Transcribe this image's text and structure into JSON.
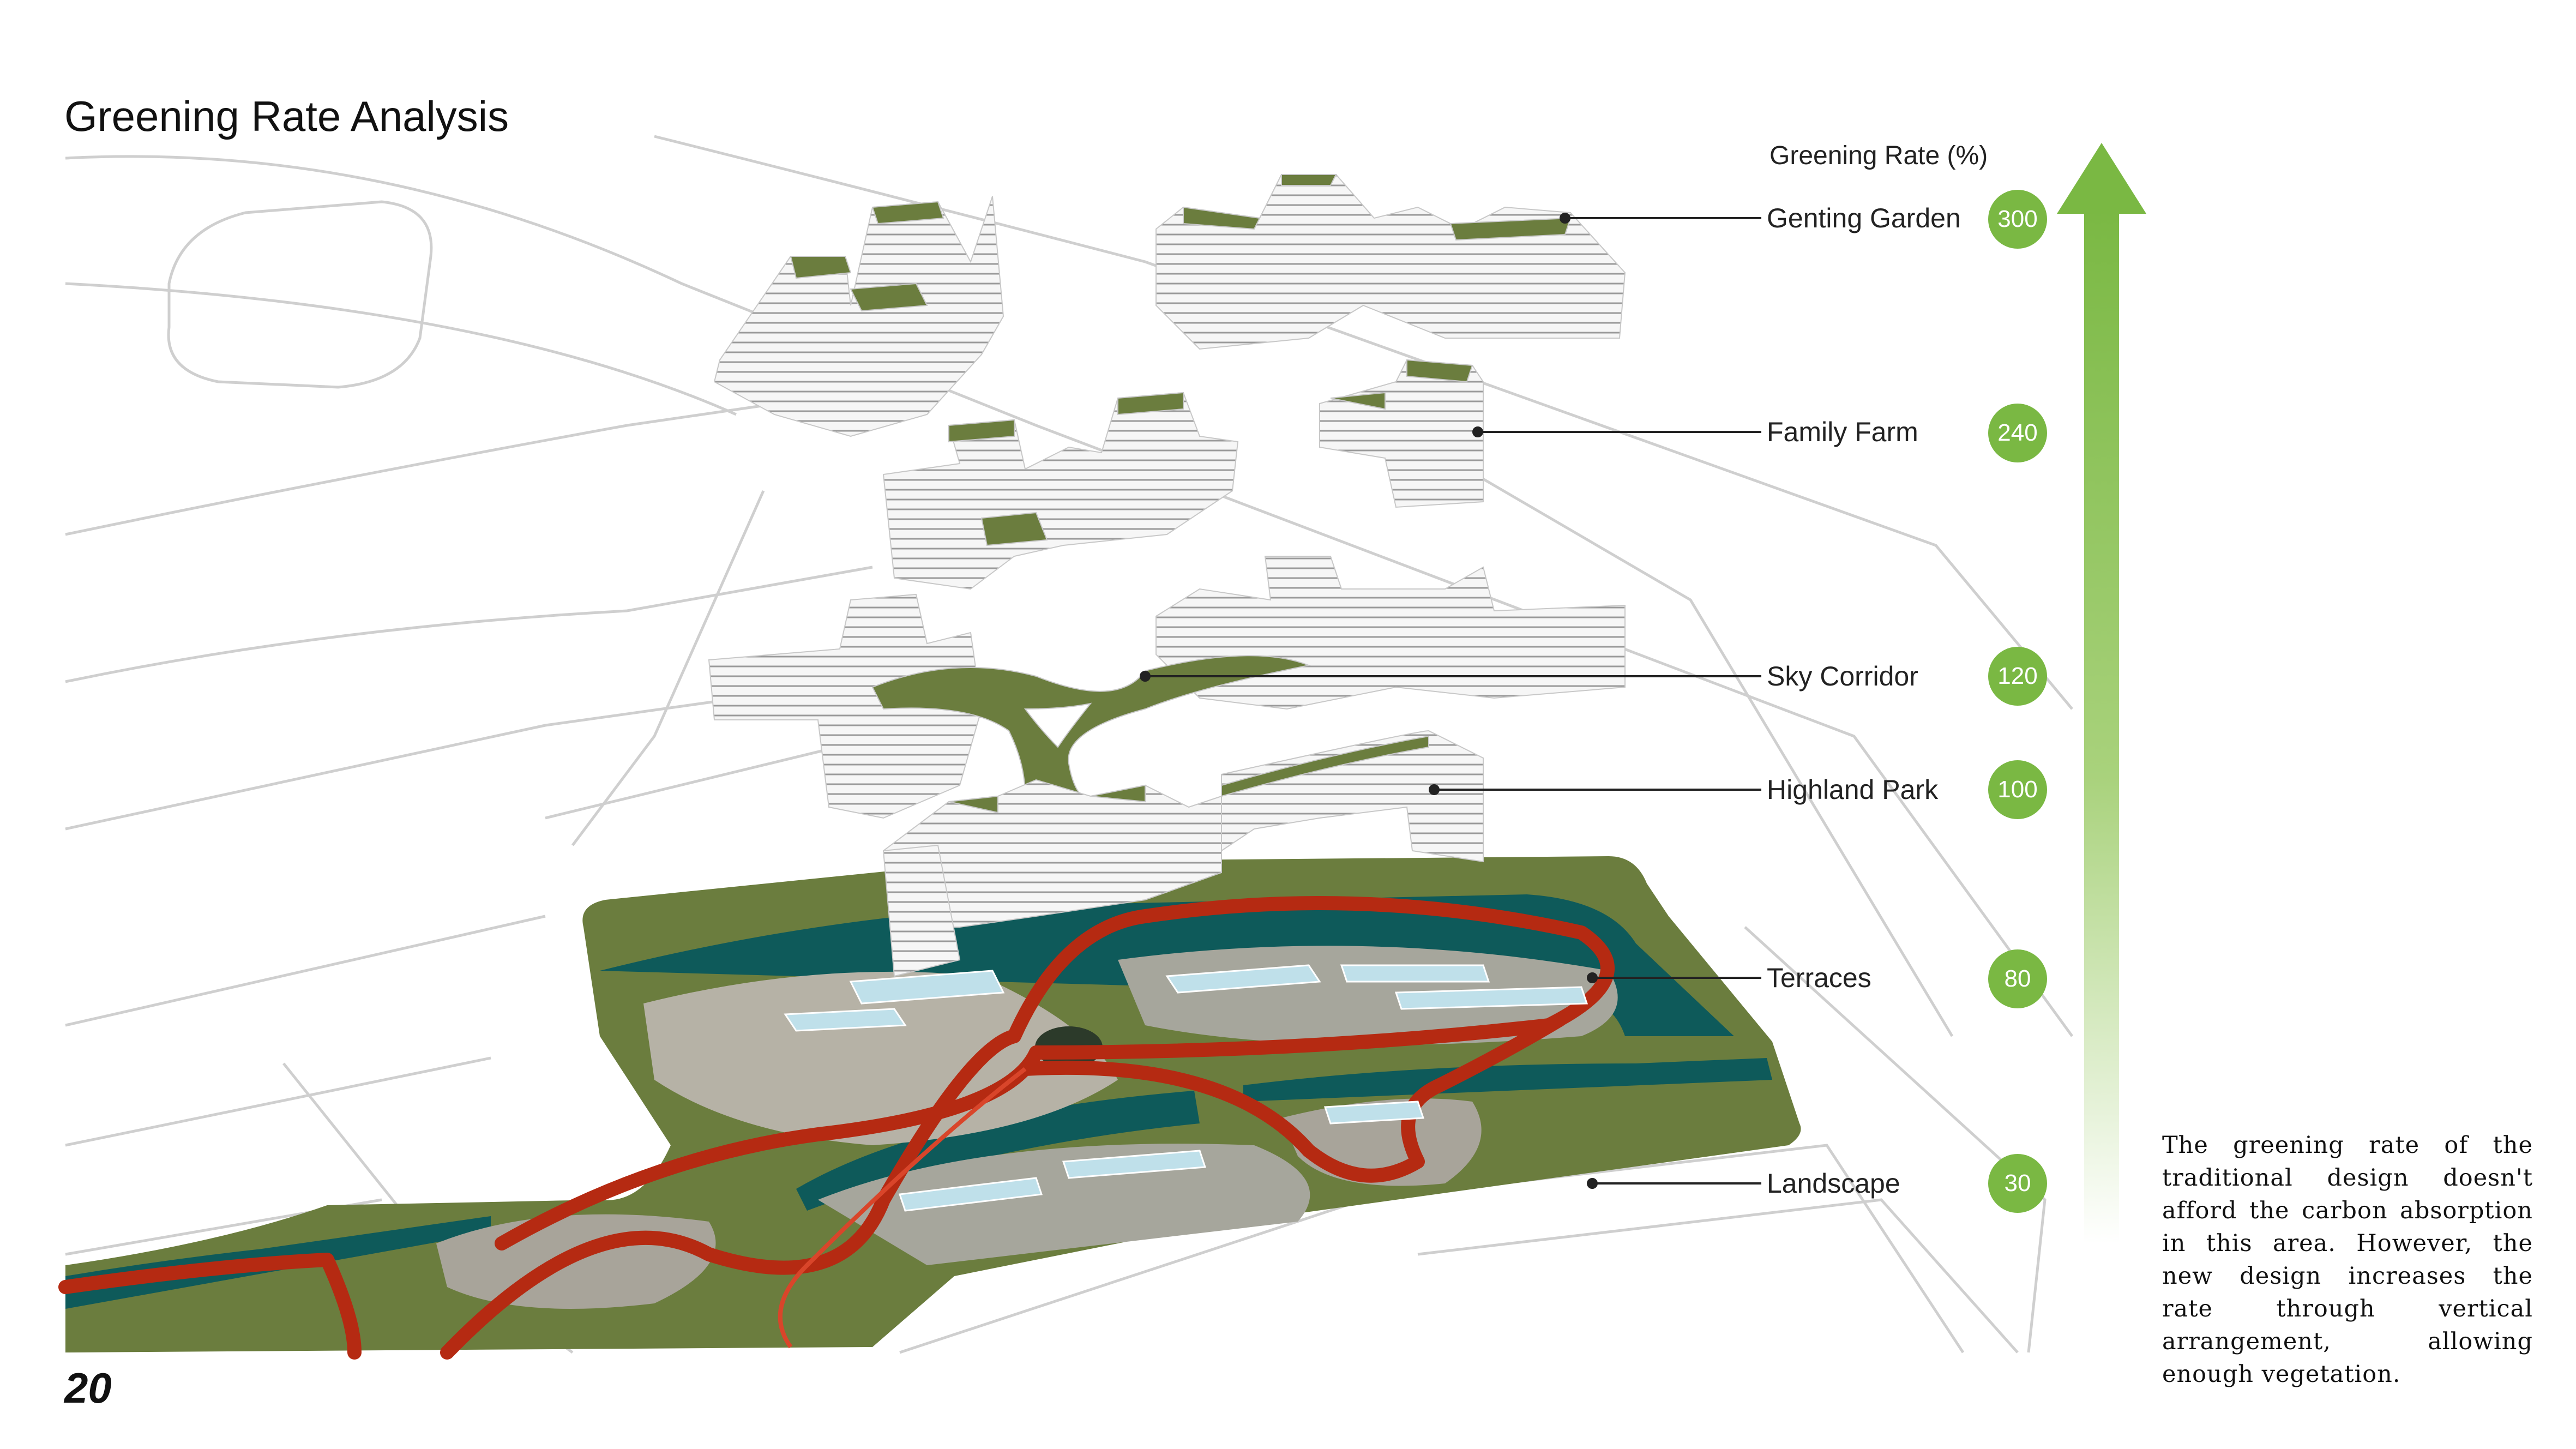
{
  "title": "Greening Rate Analysis",
  "page_number": "20",
  "scale": {
    "title": "Greening Rate (%)",
    "accent_color": "#7ab843",
    "levels": [
      {
        "label": "Genting Garden",
        "value": "300"
      },
      {
        "label": "Family Farm",
        "value": "240"
      },
      {
        "label": "Sky Corridor",
        "value": "120"
      },
      {
        "label": "Highland Park",
        "value": "100"
      },
      {
        "label": "Terraces",
        "value": "80"
      },
      {
        "label": "Landscape",
        "value": "30"
      }
    ]
  },
  "note": "The greening rate of the traditional design doesn't afford the carbon absorption in this area. However, the new design increases the rate through vertical arrangement, allowing enough vegetation.",
  "colors": {
    "vegetation": "#6b7d3e",
    "water": "#0e5a5a",
    "route": "#b52a12",
    "building": "#f2f2f2",
    "road_line": "#cfcfcf"
  }
}
